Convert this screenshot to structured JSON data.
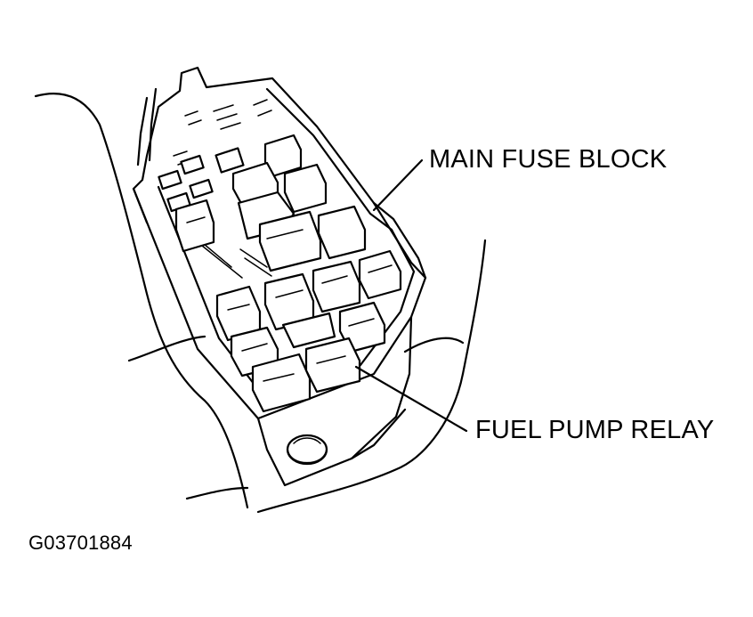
{
  "labels": {
    "main_fuse_block": "MAIN FUSE BLOCK",
    "fuel_pump_relay": "FUEL PUMP RELAY"
  },
  "figure_code": "G03701884",
  "colors": {
    "line": "#000000",
    "background": "#ffffff"
  }
}
